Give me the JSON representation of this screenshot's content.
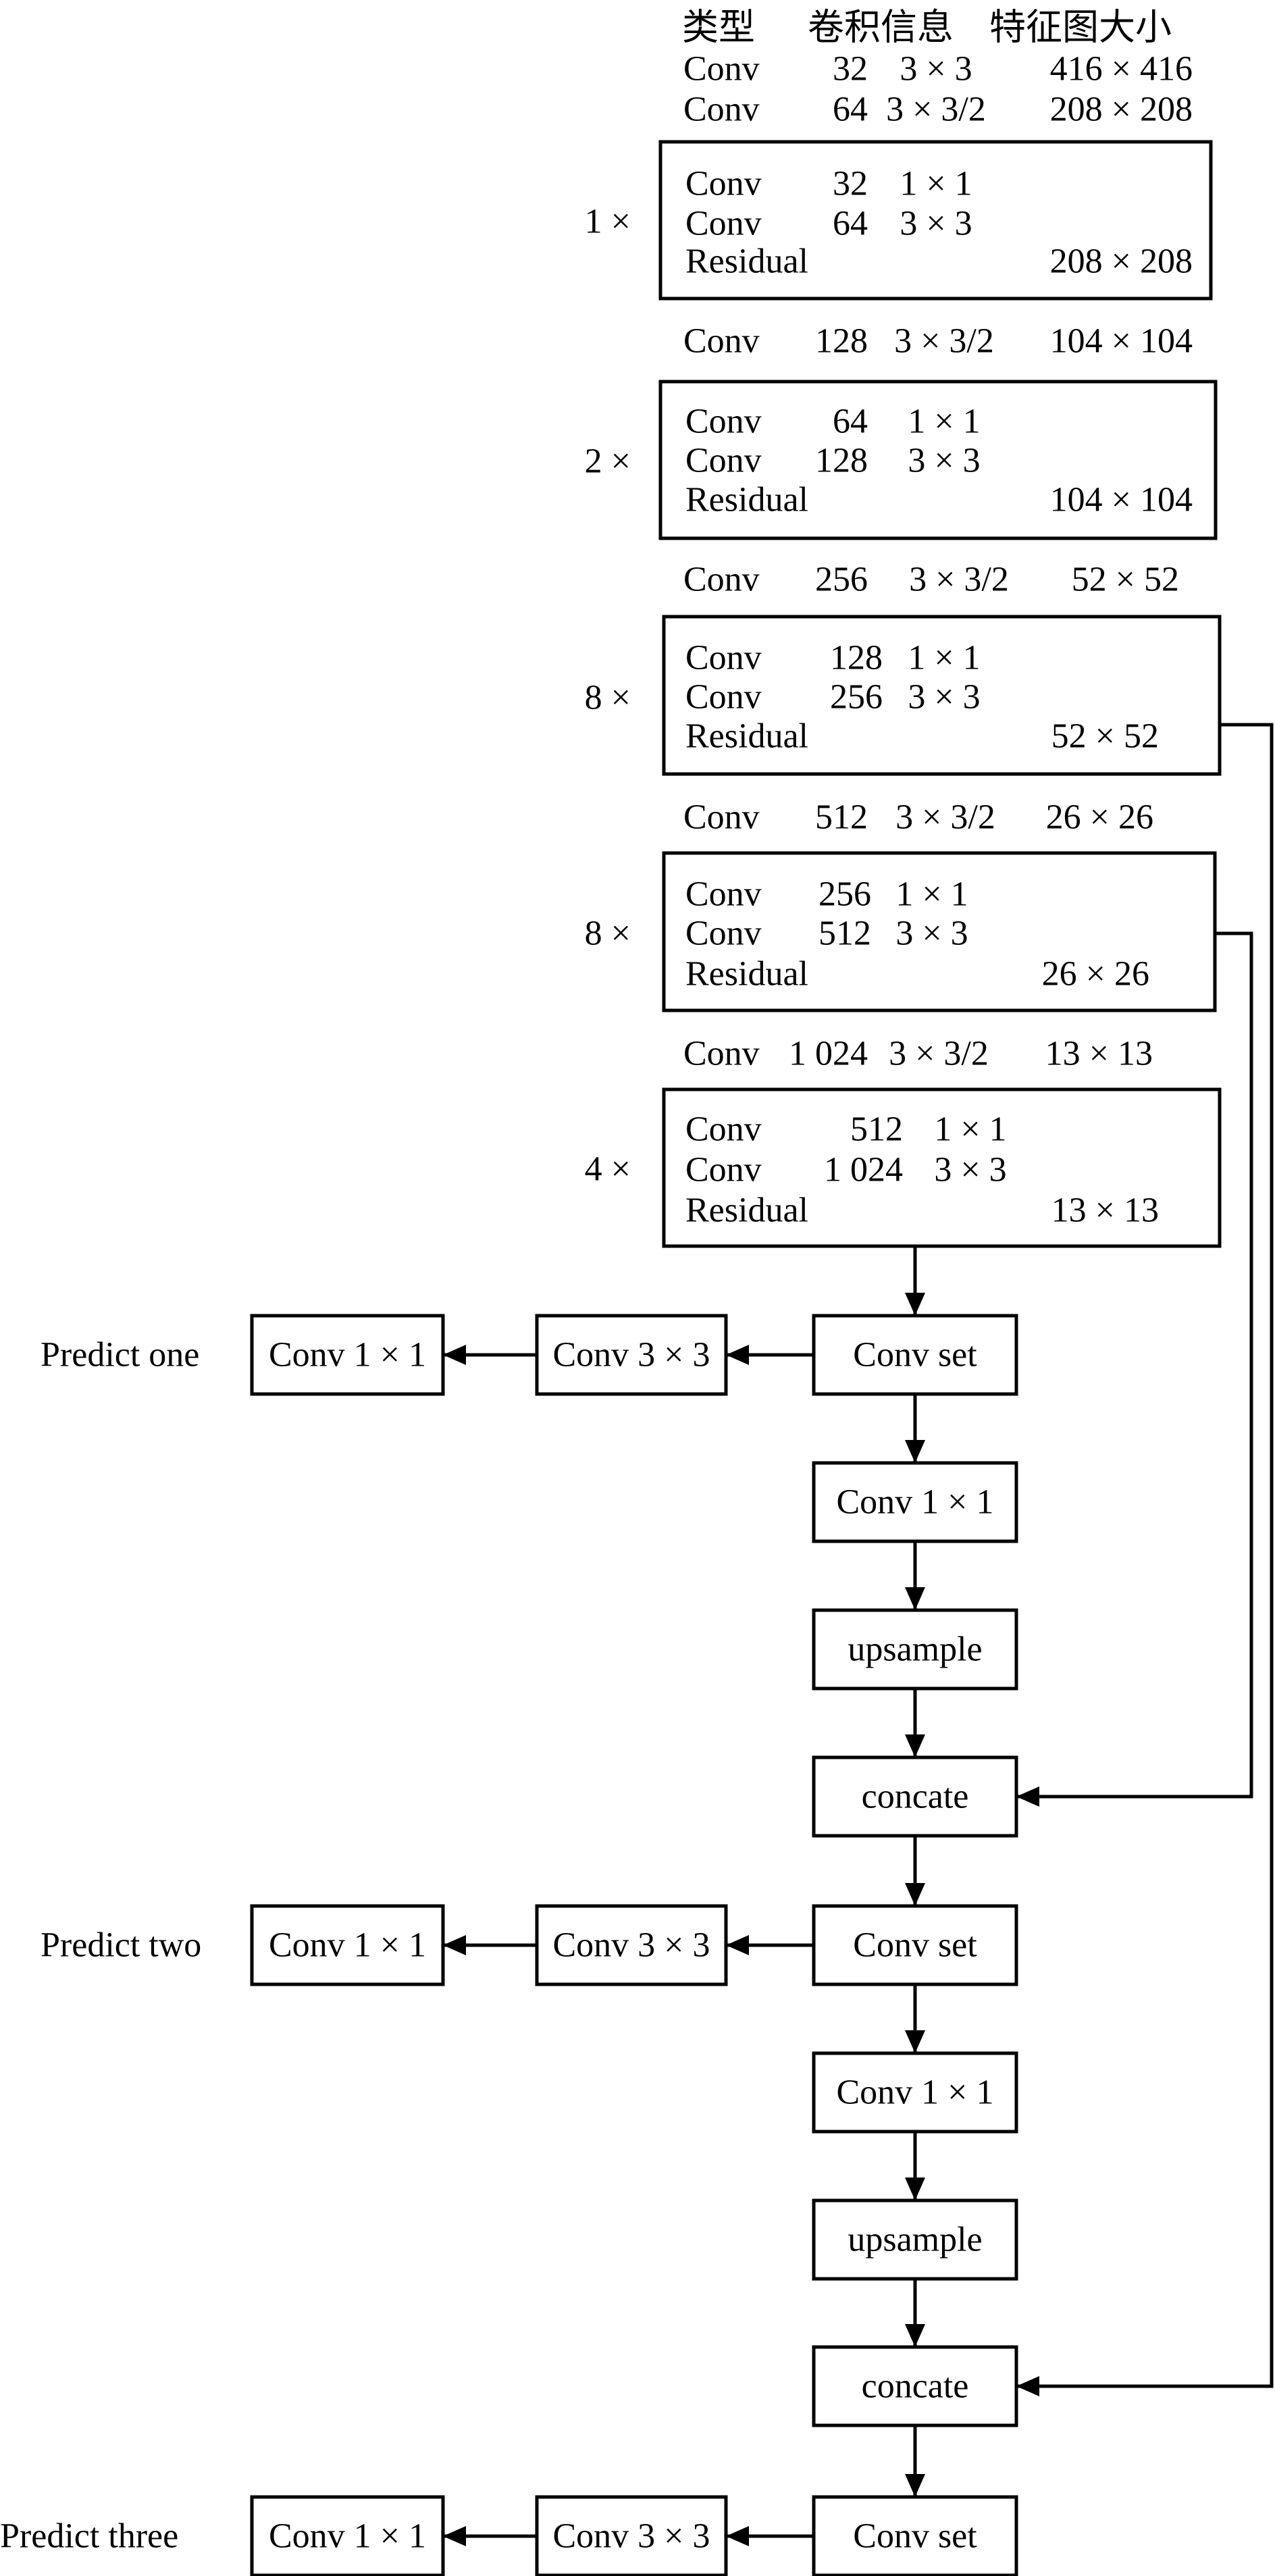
{
  "header": {
    "type": "类型",
    "conv_info": "卷积信息",
    "feature_size": "特征图大小"
  },
  "stem": [
    {
      "type": "Conv",
      "filters": "32",
      "kernel": "3 × 3",
      "size": "416 × 416"
    },
    {
      "type": "Conv",
      "filters": "64",
      "kernel": "3 × 3/2",
      "size": "208 × 208"
    }
  ],
  "stages": [
    {
      "repeat": "1 ×",
      "rows": [
        {
          "type": "Conv",
          "filters": "32",
          "kernel": "1 × 1",
          "size": ""
        },
        {
          "type": "Conv",
          "filters": "64",
          "kernel": "3 × 3",
          "size": ""
        },
        {
          "type": "Residual",
          "filters": "",
          "kernel": "",
          "size": "208 × 208"
        }
      ],
      "down": {
        "type": "Conv",
        "filters": "128",
        "kernel": "3 × 3/2",
        "size": "104 × 104"
      }
    },
    {
      "repeat": "2 ×",
      "rows": [
        {
          "type": "Conv",
          "filters": "64",
          "kernel": "1 × 1",
          "size": ""
        },
        {
          "type": "Conv",
          "filters": "128",
          "kernel": "3 × 3",
          "size": ""
        },
        {
          "type": "Residual",
          "filters": "",
          "kernel": "",
          "size": "104 × 104"
        }
      ],
      "down": {
        "type": "Conv",
        "filters": "256",
        "kernel": "3 × 3/2",
        "size": "52 × 52"
      }
    },
    {
      "repeat": "8 ×",
      "rows": [
        {
          "type": "Conv",
          "filters": "128",
          "kernel": "1 × 1",
          "size": ""
        },
        {
          "type": "Conv",
          "filters": "256",
          "kernel": "3 × 3",
          "size": ""
        },
        {
          "type": "Residual",
          "filters": "",
          "kernel": "",
          "size": "52 × 52"
        }
      ],
      "down": {
        "type": "Conv",
        "filters": "512",
        "kernel": "3 × 3/2",
        "size": "26 × 26"
      }
    },
    {
      "repeat": "8 ×",
      "rows": [
        {
          "type": "Conv",
          "filters": "256",
          "kernel": "1 × 1",
          "size": ""
        },
        {
          "type": "Conv",
          "filters": "512",
          "kernel": "3 × 3",
          "size": ""
        },
        {
          "type": "Residual",
          "filters": "",
          "kernel": "",
          "size": "26 × 26"
        }
      ],
      "down": {
        "type": "Conv",
        "filters": "1 024",
        "kernel": "3 × 3/2",
        "size": "13 × 13"
      }
    },
    {
      "repeat": "4 ×",
      "rows": [
        {
          "type": "Conv",
          "filters": "512",
          "kernel": "1 × 1",
          "size": ""
        },
        {
          "type": "Conv",
          "filters": "1 024",
          "kernel": "3 × 3",
          "size": ""
        },
        {
          "type": "Residual",
          "filters": "",
          "kernel": "",
          "size": "13 × 13"
        }
      ],
      "down": null
    }
  ],
  "head": {
    "conv_set": "Conv set",
    "conv1x1": "Conv 1 × 1",
    "conv3x3": "Conv 3 × 3",
    "upsample": "upsample",
    "concate": "concate",
    "predict_labels": [
      "Predict one",
      "Predict two",
      "Predict three"
    ]
  }
}
